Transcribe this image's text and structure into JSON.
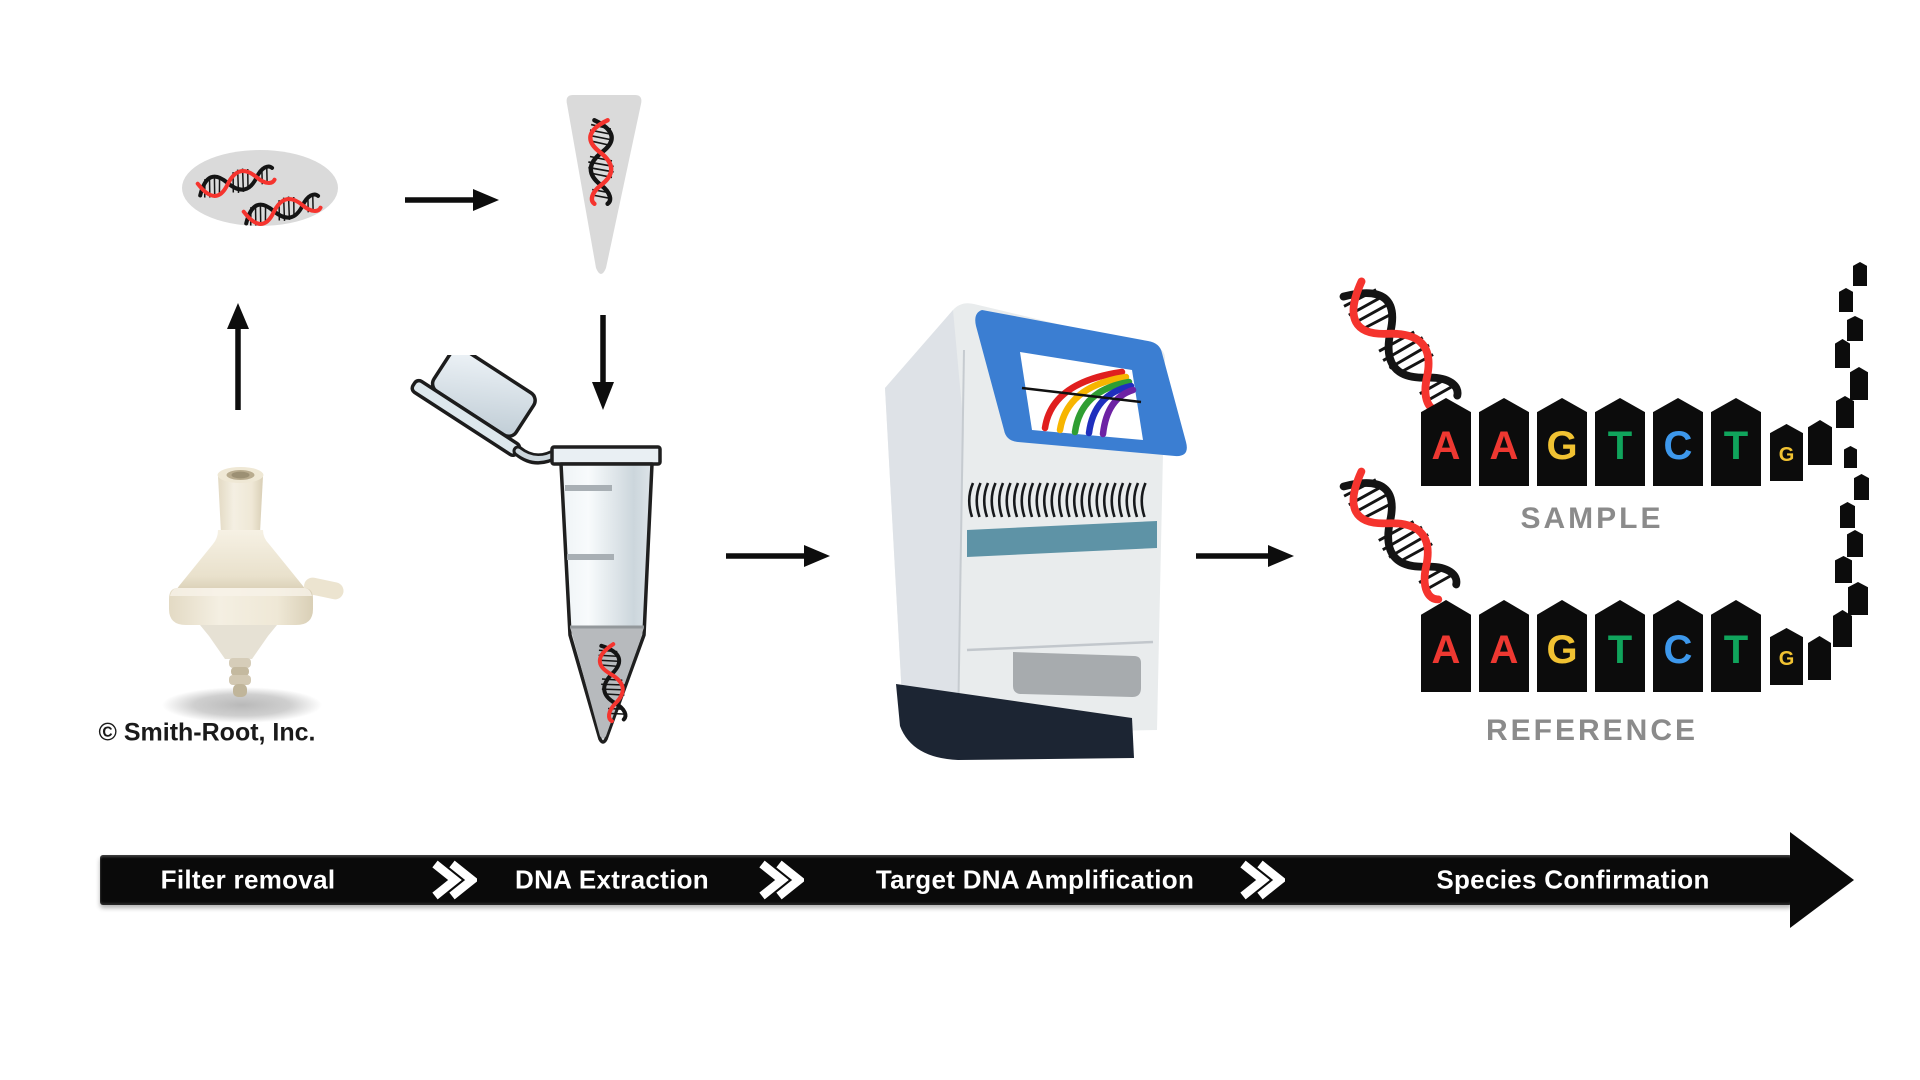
{
  "process_flow": {
    "steps": [
      "Filter removal",
      "DNA Extraction",
      "Target DNA Amplification",
      "Species Confirmation"
    ],
    "bar_color": "#0a0a0a",
    "text_color": "#ffffff"
  },
  "filter_stage": {
    "credit": "© Smith-Root, Inc."
  },
  "confirmation_stage": {
    "sample": {
      "label": "SAMPLE",
      "sequence": [
        "A",
        "A",
        "G",
        "T",
        "C",
        "T",
        "G"
      ]
    },
    "reference": {
      "label": "REFERENCE",
      "sequence": [
        "A",
        "A",
        "G",
        "T",
        "C",
        "T",
        "G"
      ]
    },
    "label_color": "#8b8b8b"
  },
  "colors": {
    "base_A": "#ee3831",
    "base_C": "#3d98ec",
    "base_G": "#f1c232",
    "base_T": "#10a45c",
    "dna_red": "#f5342e",
    "dna_black": "#141414",
    "dish_gray": "#dadada",
    "machine_bezel_blue": "#3b7ed2",
    "machine_band_teal": "#5e93a6",
    "machine_base_navy": "#1c2533",
    "amplification_curves": [
      "#e01f1f",
      "#f7b500",
      "#2f9e33",
      "#1f2fbe",
      "#6d22a4"
    ],
    "tag_black": "#0c0c0c",
    "banner_black": "#0a0a0a"
  },
  "icons": {
    "dna-helix-icon": "red-black double helix with hatched rungs",
    "petri-dish-icon": "gray ellipse with two dna helices",
    "pipette-tip-icon": "gray cone with dna helix",
    "microcentrifuge-tube-icon": "open flip-cap tube with dna in liquid",
    "edna-filter-icon": "cream funnel filter cartridge",
    "qpcr-machine-icon": "thermocycler with blue screen and rainbow amplification curves",
    "arrow-icon": "solid black arrow",
    "chevrons-icon": "white double chevron"
  }
}
